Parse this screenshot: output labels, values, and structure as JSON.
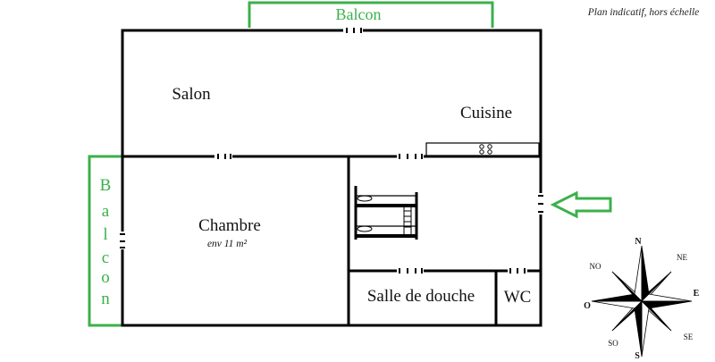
{
  "note": "Plan indicatif, hors échelle",
  "rooms": {
    "salon": "Salon",
    "cuisine": "Cuisine",
    "chambre": "Chambre",
    "chambre_area": "env 11 m²",
    "salle_de_douche": "Salle de douche",
    "wc": "WC"
  },
  "balconies": {
    "top": "Balcon",
    "left": [
      "B",
      "a",
      "l",
      "c",
      "o",
      "n"
    ]
  },
  "compass": {
    "n": "N",
    "ne": "NE",
    "e": "E",
    "se": "SE",
    "s": "S",
    "so": "SO",
    "o": "O",
    "no": "NO"
  },
  "colors": {
    "walls": "#000000",
    "balcony": "#3cb04a",
    "entrance_arrow": "#3cb04a"
  },
  "icons": {
    "entrance": "entrance-arrow-icon",
    "bunk_bed": "bunk-bed-icon",
    "stove": "stove-icon",
    "compass": "compass-rose-icon"
  }
}
